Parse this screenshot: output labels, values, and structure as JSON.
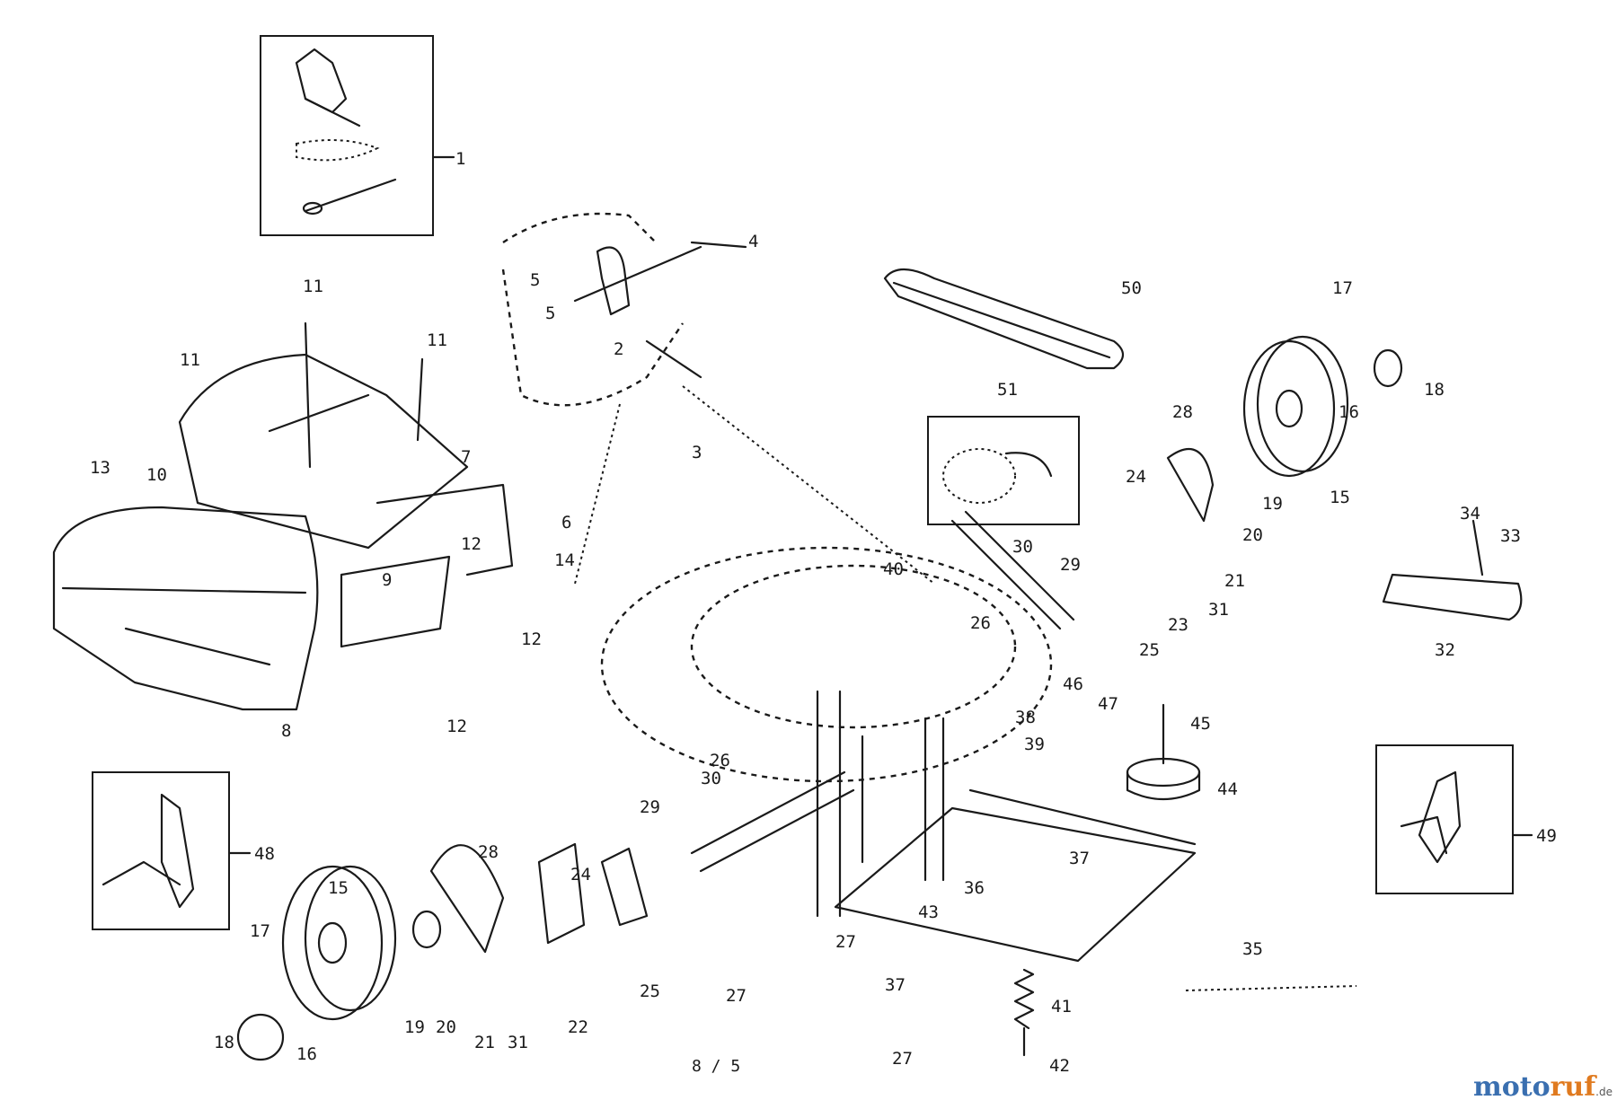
{
  "plate_id": "8 / 5",
  "watermark": {
    "brand": "motoruf",
    "tld": ".de",
    "colors": {
      "moto": "#3a6fb0",
      "ruf": "#e07a1f"
    }
  },
  "callouts": [
    "1",
    "2",
    "3",
    "4",
    "5",
    "5",
    "6",
    "7",
    "8",
    "9",
    "10",
    "11",
    "11",
    "11",
    "12",
    "12",
    "12",
    "13",
    "14",
    "15",
    "15",
    "16",
    "16",
    "17",
    "17",
    "18",
    "18",
    "19",
    "19",
    "20",
    "20",
    "21",
    "21",
    "22",
    "23",
    "24",
    "24",
    "25",
    "25",
    "26",
    "26",
    "27",
    "27",
    "27",
    "28",
    "28",
    "29",
    "29",
    "30",
    "30",
    "31",
    "31",
    "32",
    "33",
    "34",
    "35",
    "36",
    "37",
    "37",
    "38",
    "39",
    "40",
    "41",
    "42",
    "43",
    "44",
    "45",
    "46",
    "47",
    "48",
    "49",
    "50",
    "51"
  ]
}
